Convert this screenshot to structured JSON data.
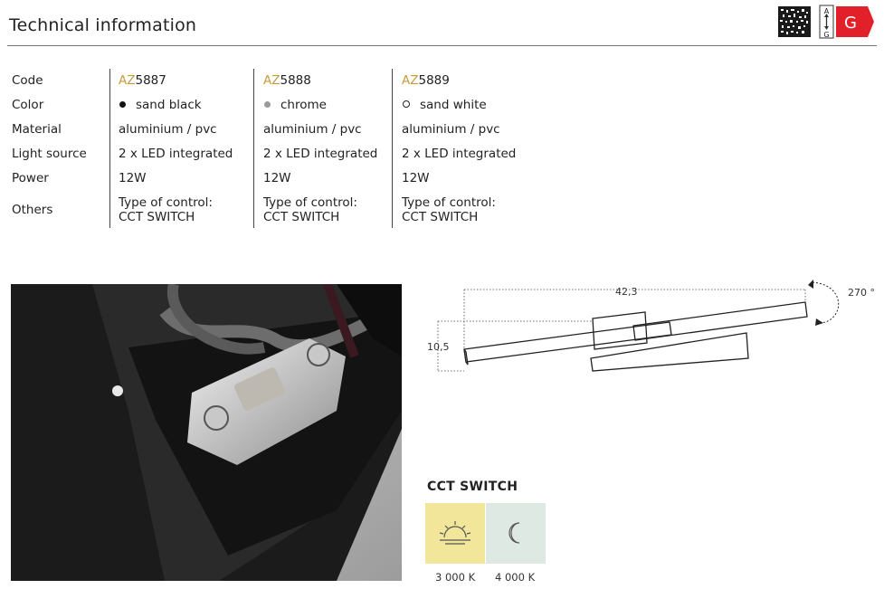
{
  "header": {
    "title": "Technical information",
    "energy_class": "G",
    "energy_scale_top": "A",
    "energy_scale_bottom": "G"
  },
  "rows": {
    "code": "Code",
    "color": "Color",
    "material": "Material",
    "light_source": "Light source",
    "power": "Power",
    "others": "Others"
  },
  "products": [
    {
      "code_prefix": "AZ",
      "code_number": "5887",
      "color": "sand black",
      "color_swatch": "#111111",
      "material": "aluminium / pvc",
      "light_source": "2 x LED integrated",
      "power": "12W",
      "others_line1": "Type of control:",
      "others_line2": "CCT SWITCH"
    },
    {
      "code_prefix": "AZ",
      "code_number": "5888",
      "color": "chrome",
      "color_swatch": "#9a9a9a",
      "material": "aluminium / pvc",
      "light_source": "2 x LED integrated",
      "power": "12W",
      "others_line1": "Type of control:",
      "others_line2": "CCT SWITCH"
    },
    {
      "code_prefix": "AZ",
      "code_number": "5889",
      "color": "sand white",
      "color_swatch": "#ffffff",
      "material": "aluminium / pvc",
      "light_source": "2 x LED integrated",
      "power": "12W",
      "others_line1": "Type of control:",
      "others_line2": "CCT SWITCH"
    }
  ],
  "colors": {
    "accent": "#c79a3b",
    "energy_red": "#e2202a",
    "warm": "#f2e69a",
    "cool": "#dfe9e4"
  },
  "dimensions": {
    "width": "42,3",
    "height": "10,5",
    "rotation": "270 °"
  },
  "cct": {
    "title": "CCT SWITCH",
    "warm_label": "3 000 K",
    "cool_label": "4 000 K",
    "warm_icon": "sunrise-icon",
    "cool_icon": "moon-icon"
  }
}
